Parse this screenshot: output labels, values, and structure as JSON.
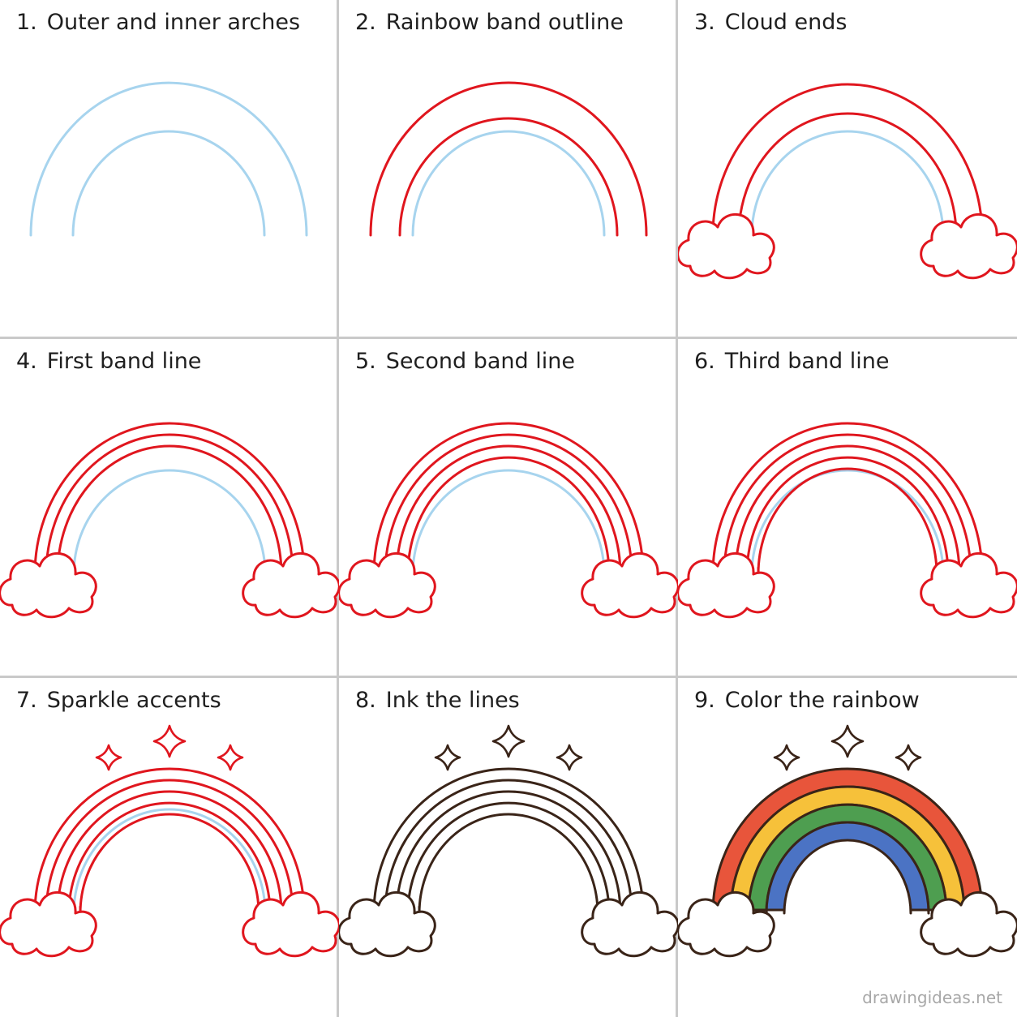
{
  "steps": [
    {
      "number": "1.",
      "title": "Outer and inner arches"
    },
    {
      "number": "2.",
      "title": "Rainbow band outline"
    },
    {
      "number": "3.",
      "title": "Cloud ends"
    },
    {
      "number": "4.",
      "title": "First band line"
    },
    {
      "number": "5.",
      "title": "Second band line"
    },
    {
      "number": "6.",
      "title": "Third band line"
    },
    {
      "number": "7.",
      "title": "Sparkle accents"
    },
    {
      "number": "8.",
      "title": "Ink the lines"
    },
    {
      "number": "9.",
      "title": "Color the rainbow"
    }
  ],
  "watermark": "drawingideas.net",
  "colors": {
    "guide": "#a7d4ee",
    "sketch": "#e0161e",
    "ink": "#3a2418",
    "band_red": "#e8553b",
    "band_yellow": "#f6c13a",
    "band_green": "#4e9e50",
    "band_blue": "#4b73c4",
    "grid": "#c9c9c9"
  }
}
